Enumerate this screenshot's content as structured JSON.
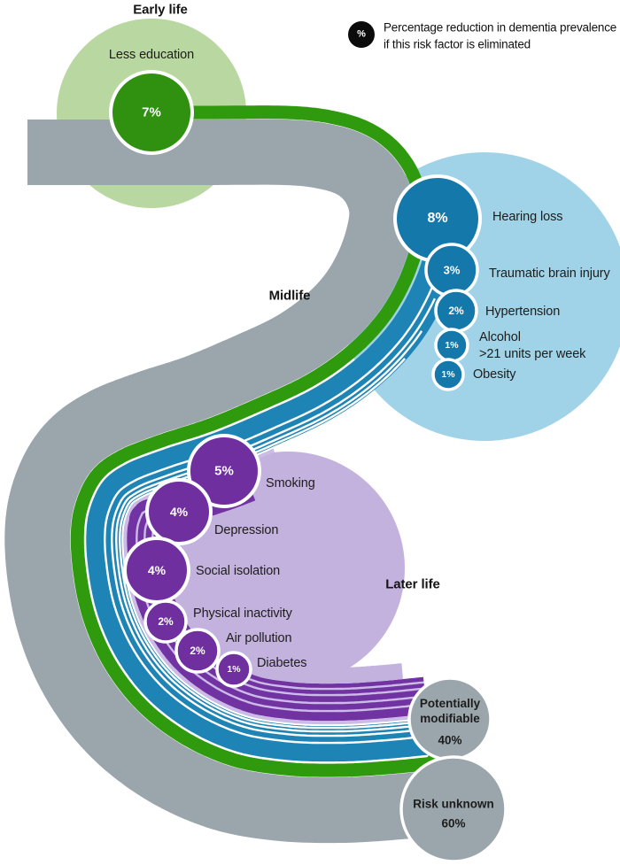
{
  "colors": {
    "flow_gray": "#9aa5ac",
    "outcome_gray": "#9aa5ac",
    "green_ribbon": "#2f9a0e",
    "green_circle": "#2f910f",
    "green_light": "#b9d7a0",
    "blue_ribbon": "#1d84b5",
    "blue_circle": "#1478ab",
    "blue_light": "#a0d3e7",
    "purple_ribbon": "#7233a2",
    "purple_circle": "#6f2f9e",
    "purple_light": "#c4b2de",
    "lavender": "#cdbbe7",
    "legend_black": "#0b0b0b"
  },
  "stages": [
    {
      "label": "Early life"
    },
    {
      "label": "Midlife"
    },
    {
      "label": "Later life"
    }
  ],
  "legend": {
    "symbol": "%",
    "line1": "Percentage reduction in dementia prevalence",
    "line2": "if this risk factor is eliminated"
  },
  "factors": {
    "less_education": {
      "label": "Less education",
      "value": "7%"
    },
    "hearing_loss": {
      "label": "Hearing loss",
      "value": "8%"
    },
    "traumatic_brain_injury": {
      "label": "Traumatic brain injury",
      "value": "3%"
    },
    "hypertension": {
      "label": "Hypertension",
      "value": "2%"
    },
    "alcohol": {
      "label": "Alcohol",
      "sublabel": ">21 units per week",
      "value": "1%"
    },
    "obesity": {
      "label": "Obesity",
      "value": "1%"
    },
    "smoking": {
      "label": "Smoking",
      "value": "5%"
    },
    "depression": {
      "label": "Depression",
      "value": "4%"
    },
    "social_isolation": {
      "label": "Social isolation",
      "value": "4%"
    },
    "physical_inactivity": {
      "label": "Physical inactivity",
      "value": "2%"
    },
    "air_pollution": {
      "label": "Air pollution",
      "value": "2%"
    },
    "diabetes": {
      "label": "Diabetes",
      "value": "1%"
    }
  },
  "outcomes": {
    "modifiable": {
      "label": "Potentially modifiable",
      "value": "40%"
    },
    "unknown": {
      "label": "Risk unknown",
      "value": "60%"
    }
  },
  "chart_data": {
    "type": "sankey",
    "unit": "% reduction in dementia prevalence if risk factor is eliminated",
    "stages": [
      {
        "name": "Early life",
        "factors": [
          {
            "label": "Less education",
            "value": 7
          }
        ]
      },
      {
        "name": "Midlife",
        "factors": [
          {
            "label": "Hearing loss",
            "value": 8
          },
          {
            "label": "Traumatic brain injury",
            "value": 3
          },
          {
            "label": "Hypertension",
            "value": 2
          },
          {
            "label": "Alcohol >21 units per week",
            "value": 1
          },
          {
            "label": "Obesity",
            "value": 1
          }
        ]
      },
      {
        "name": "Later life",
        "factors": [
          {
            "label": "Smoking",
            "value": 5
          },
          {
            "label": "Depression",
            "value": 4
          },
          {
            "label": "Social isolation",
            "value": 4
          },
          {
            "label": "Physical inactivity",
            "value": 2
          },
          {
            "label": "Air pollution",
            "value": 2
          },
          {
            "label": "Diabetes",
            "value": 1
          }
        ]
      }
    ],
    "outcomes": [
      {
        "label": "Potentially modifiable",
        "value": 40
      },
      {
        "label": "Risk unknown",
        "value": 60
      }
    ]
  }
}
